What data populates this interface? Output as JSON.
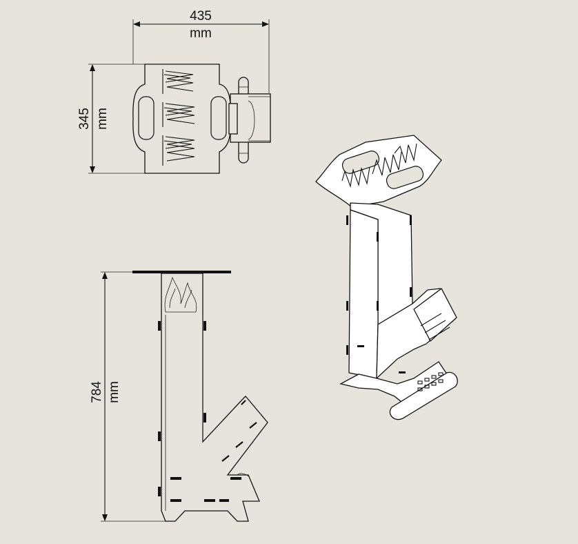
{
  "dimensions": {
    "width": {
      "value": "435",
      "unit": "mm"
    },
    "depth": {
      "value": "345",
      "unit": "mm"
    },
    "height": {
      "value": "784",
      "unit": "mm"
    }
  }
}
